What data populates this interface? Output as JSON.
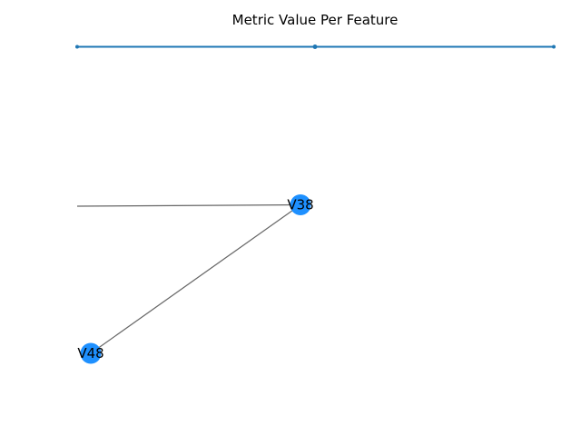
{
  "title": "Metric Value Per Feature",
  "colors": {
    "node_fill": "#1e90ff",
    "edge_stroke": "#666666",
    "top_line": "#1f77b4"
  },
  "nodes": [
    {
      "id": "V38",
      "label": "V38"
    },
    {
      "id": "V48",
      "label": "V48"
    }
  ],
  "edges": [
    {
      "from": "V38",
      "to": "V48"
    },
    {
      "from": "V38",
      "to": "off-canvas-left"
    }
  ]
}
